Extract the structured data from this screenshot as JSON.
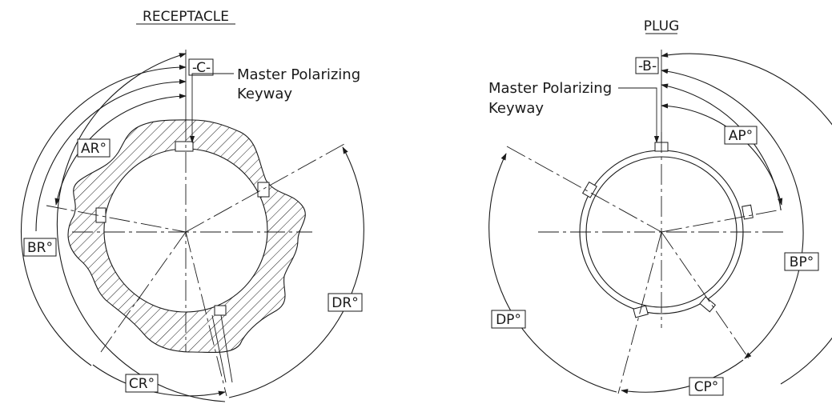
{
  "receptacle": {
    "title": "RECEPTACLE",
    "datum": "C",
    "keyway_label": [
      "Master Polarizing",
      "Keyway"
    ],
    "angles": [
      "AR°",
      "BR°",
      "CR°",
      "DR°"
    ]
  },
  "plug": {
    "title": "PLUG",
    "datum": "B",
    "keyway_label": [
      "Master Polarizing",
      "Keyway"
    ],
    "angles": [
      "AP°",
      "BP°",
      "CP°",
      "DP°"
    ]
  },
  "colors": {
    "ink": "#1a1a1a",
    "hatch": "#1a1a1a",
    "background": "#ffffff"
  }
}
